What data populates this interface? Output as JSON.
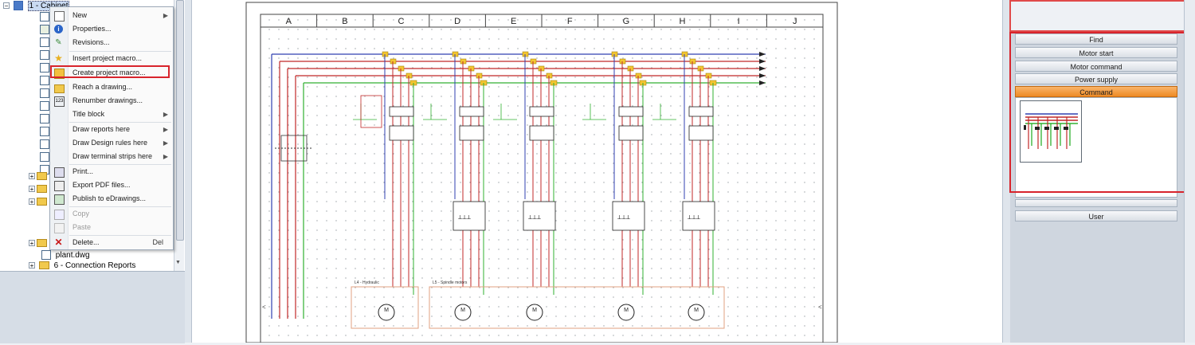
{
  "tree": {
    "items": [
      {
        "label": "1 - Cabinet",
        "selected": true
      },
      {
        "label": "plant.dwg"
      },
      {
        "label": "6 - Connection Reports"
      }
    ]
  },
  "context_menu": {
    "items": [
      {
        "label": "New",
        "icon": "blank-page-icon",
        "submenu": true
      },
      {
        "label": "Properties...",
        "icon": "info-icon"
      },
      {
        "label": "Revisions...",
        "icon": "revision-icon"
      },
      {
        "label": "Insert project macro...",
        "icon": "star-icon"
      },
      {
        "label": "Create project macro...",
        "icon": "macro-create-icon",
        "highlighted": true
      },
      {
        "label": "Reach a drawing...",
        "icon": "folder-open-icon"
      },
      {
        "label": "Renumber drawings...",
        "icon": "renumber-icon"
      },
      {
        "label": "Title block",
        "submenu": true
      },
      {
        "label": "Draw reports here",
        "submenu": true
      },
      {
        "label": "Draw Design rules here",
        "submenu": true
      },
      {
        "label": "Draw terminal strips here",
        "submenu": true
      },
      {
        "label": "Print...",
        "icon": "printer-icon"
      },
      {
        "label": "Export PDF files...",
        "icon": "pdf-icon"
      },
      {
        "label": "Publish to eDrawings...",
        "icon": "edrawings-icon"
      },
      {
        "label": "Copy",
        "icon": "copy-icon",
        "disabled": true
      },
      {
        "label": "Paste",
        "icon": "paste-icon",
        "disabled": true
      },
      {
        "label": "Delete...",
        "icon": "delete-x-icon",
        "shortcut": "Del"
      }
    ]
  },
  "drawing": {
    "columns": [
      "A",
      "B",
      "C",
      "D",
      "E",
      "F",
      "G",
      "H",
      "I",
      "J"
    ],
    "box_labels": [
      "L4 - Hydraulic",
      "L5 - Spindle motors"
    ],
    "motor_label": "M"
  },
  "library": {
    "buttons": [
      "Find",
      "Motor start",
      "Motor command",
      "Power supply",
      "Command"
    ],
    "active": "Command",
    "bottom_button": "User"
  },
  "colors": {
    "highlight_red": "#d8242c",
    "active_tab": "#f29a3c",
    "wire_blue": "#3040b0",
    "wire_red": "#c02828",
    "wire_green": "#30b030"
  }
}
